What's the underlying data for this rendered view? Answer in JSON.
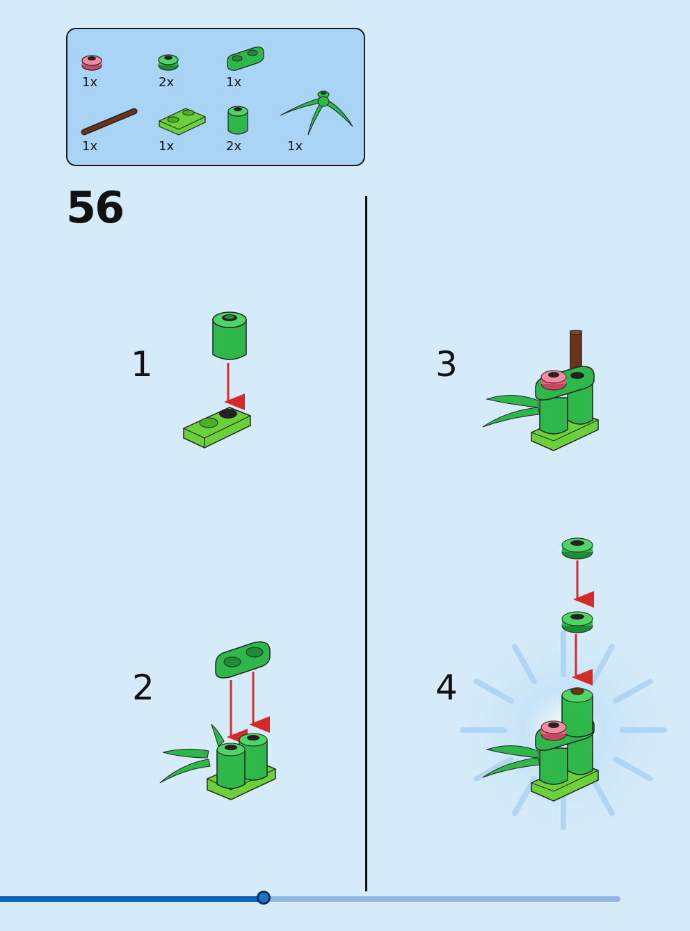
{
  "parts": [
    {
      "qty": "1x",
      "icon": "pink-round-plate-icon"
    },
    {
      "qty": "2x",
      "icon": "green-round-plate-icon"
    },
    {
      "qty": "1x",
      "icon": "green-1x2-plate-icon"
    },
    {
      "qty": "1x",
      "icon": "brown-bar-icon"
    },
    {
      "qty": "1x",
      "icon": "lime-1x2-plate-icon"
    },
    {
      "qty": "2x",
      "icon": "green-round-brick-icon"
    },
    {
      "qty": "1x",
      "icon": "green-plant-leaves-icon"
    }
  ],
  "step_number": "56",
  "substeps": [
    "1",
    "2",
    "3",
    "4"
  ],
  "progress": 0.425,
  "colors": {
    "background": "#d5ebf9",
    "parts_box": "#a9d4f5",
    "brick_green": "#2fb84a",
    "lime_green": "#6bd13a",
    "pink": "#e7607a",
    "brown": "#5a2a12",
    "arrow_red": "#d42a2a",
    "progress_fill": "#0c63b8"
  }
}
